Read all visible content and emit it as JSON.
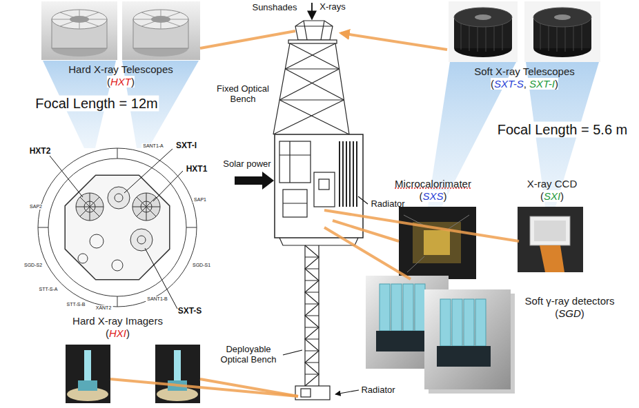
{
  "diagram": {
    "nodes": [
      {
        "text": [
          "Hard X-ray Telescopes",
          "(HXT)"
        ]
      },
      {
        "text": [
          "Soft X-ray Telescopes",
          "(SXT-S, SXT-I)"
        ]
      },
      {
        "text": [
          "Microcalorimater",
          "(SXS)"
        ]
      },
      {
        "text": [
          "X-ray CCD",
          "(SXI)"
        ]
      },
      {
        "text": [
          "Soft γ-ray detectors",
          "(SGD)"
        ]
      },
      {
        "text": [
          "Hard X-ray Imagers",
          "(HXI)"
        ]
      }
    ],
    "labels": [
      "Sunshades",
      "X-rays",
      "Focal Length = 12m",
      "Fixed Optical Bench",
      "Focal Length = 5.6 m",
      "HXT2",
      "SXT-I",
      "HXT1",
      "Solar power",
      "Radiator",
      "SANT1-A",
      "SAP2",
      "SAP1",
      "SGD-S1",
      "SGD-S2",
      "STT-S-A",
      "STT-S-B",
      "XANT2",
      "SANT1-B",
      "SXT-S",
      "Deployable Optical Bench",
      "Radiator"
    ]
  }
}
